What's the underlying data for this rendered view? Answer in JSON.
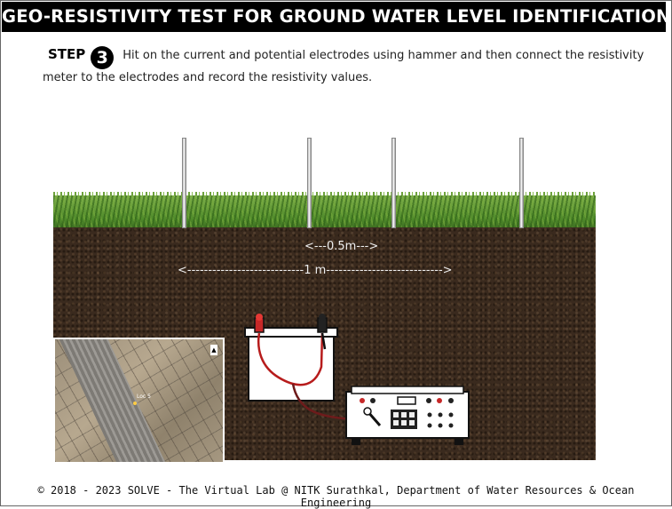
{
  "header": {
    "title": "GEO-RESISTIVITY TEST FOR GROUND WATER LEVEL IDENTIFICATION"
  },
  "step": {
    "label": "STEP",
    "number": "3",
    "instruction": "Hit on the current and potential electrodes using hammer and then connect the resistivity meter to the electrodes and record the resistivity values."
  },
  "scene": {
    "distance_short": "<---0.5m--->",
    "distance_long": "<----------------------------1 m---------------------------->"
  },
  "map": {
    "location_label": "Loc 5"
  },
  "footer": {
    "text": "© 2018 - 2023 SOLVE - The Virtual Lab @ NITK Surathkal, Department of Water Resources & Ocean Engineering"
  }
}
